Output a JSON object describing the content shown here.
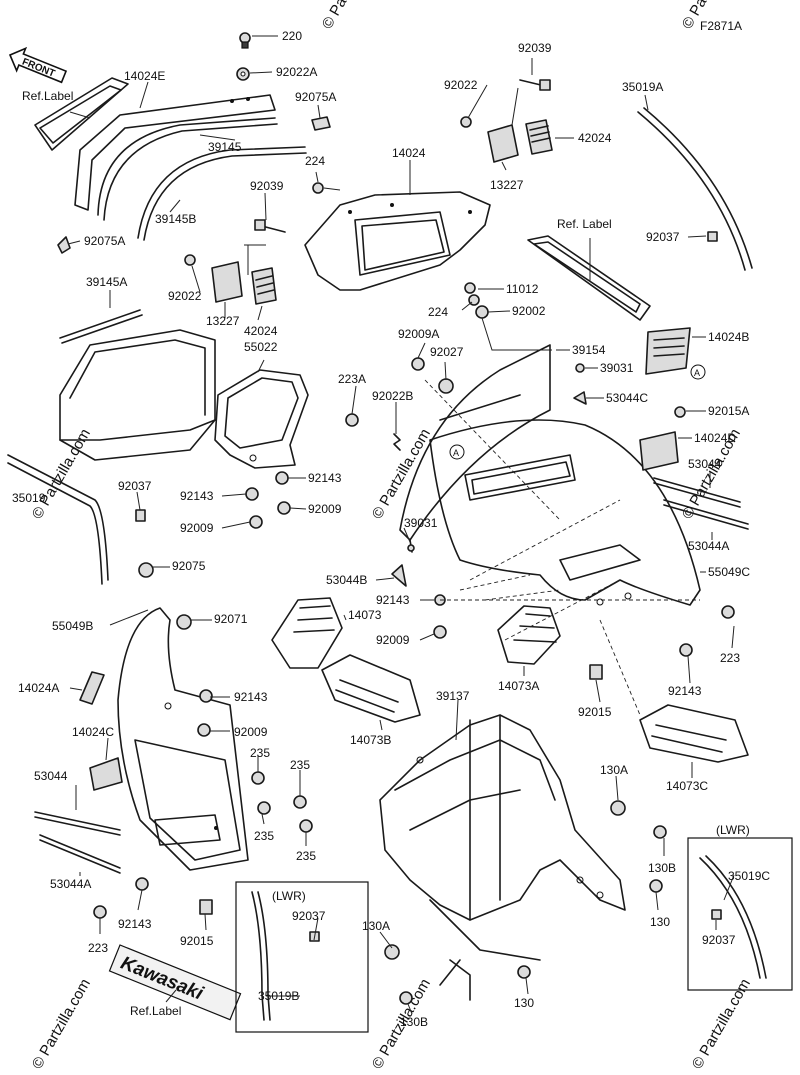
{
  "figure_code": "F2871A",
  "front_arrow_text": "FRONT",
  "brand_text": "Kawasaki",
  "watermark": "© Partzilla.com",
  "lwr_label": "(LWR)",
  "labels": {
    "l220": "220",
    "l92022A": "92022A",
    "l14024E": "14024E",
    "lRefLabel1": "Ref.Label",
    "l92075A_top": "92075A",
    "l39145": "39145",
    "l224_top": "224",
    "l92039_mid": "92039",
    "l39145B": "39145B",
    "l92075A_bot": "92075A",
    "l92039_top": "92039",
    "l92022_top": "92022",
    "l14024": "14024",
    "l42024_top": "42024",
    "l13227_top": "13227",
    "l35019A": "35019A",
    "lRefLabel2": "Ref. Label",
    "l92037_top": "92037",
    "l39145A": "39145A",
    "l92022_mid": "92022",
    "l13227_mid": "13227",
    "l42024_mid": "42024",
    "l55022": "55022",
    "l224_mid": "224",
    "l11012": "11012",
    "l92002": "92002",
    "l92009A": "92009A",
    "l92027": "92027",
    "l39154": "39154",
    "l14024B": "14024B",
    "l39031_top": "39031",
    "l223A": "223A",
    "l92022B": "92022B",
    "l53044C": "53044C",
    "l92015A": "92015A",
    "l14024D": "14024D",
    "l35019_left": "35019",
    "l92037_left": "92037",
    "l92143_a": "92143",
    "l92143_b": "92143",
    "l92009_a": "92009",
    "l92009_b": "92009",
    "l53044_top": "53044",
    "l53044A_top": "53044A",
    "l39031_mid": "39031",
    "l55049C": "55049C",
    "l92075": "92075",
    "l53044B": "53044B",
    "l92143_c": "92143",
    "l55049B": "55049B",
    "l92071": "92071",
    "l14073": "14073",
    "l92009_c": "92009",
    "l223_right": "223",
    "l14024A": "14024A",
    "l92143_d": "92143",
    "l14073A": "14073A",
    "l92143_e": "92143",
    "l39137": "39137",
    "l92009_d": "92009",
    "l14073B": "14073B",
    "l92015_mid": "92015",
    "l14024C": "14024C",
    "l235_a": "235",
    "l235_b": "235",
    "l14073C": "14073C",
    "l130A_top": "130A",
    "l53044_left": "53044",
    "l235_c": "235",
    "l235_d": "235",
    "l130B_right": "130B",
    "l35019C": "35019C",
    "l53044A_left": "53044A",
    "l92143_f": "92143",
    "l92037_lwr": "92037",
    "l130_right": "130",
    "l223_left": "223",
    "l92015_bot": "92015",
    "l130A_bot": "130A",
    "l92037_lwr2": "92037",
    "l35019B": "35019B",
    "l130_bot": "130",
    "l130B_bot": "130B",
    "lRefLabel3": "Ref.Label"
  }
}
